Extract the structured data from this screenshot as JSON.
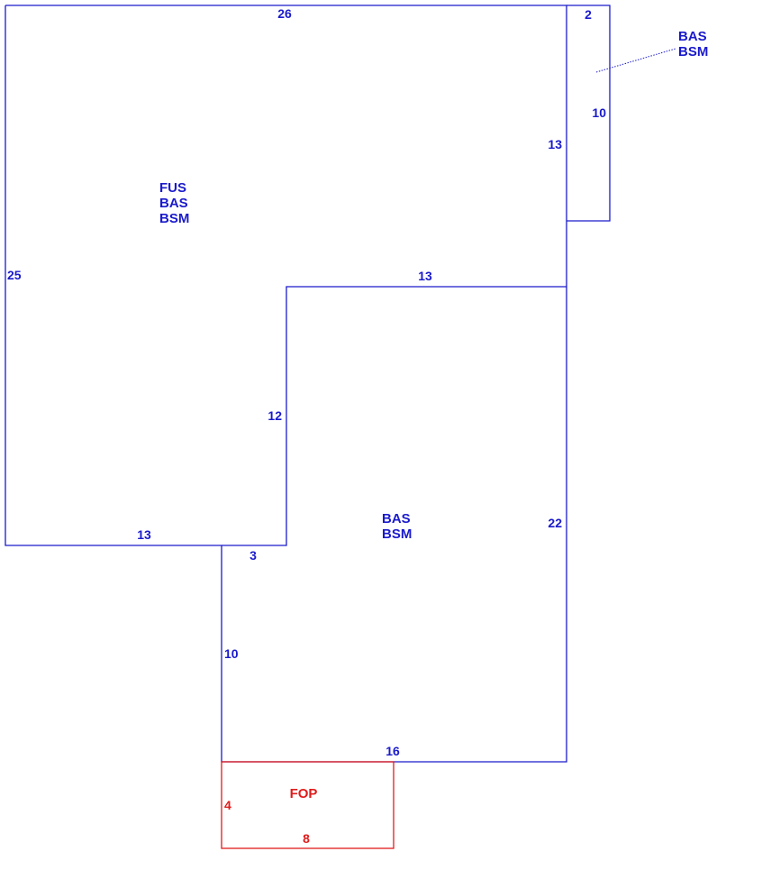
{
  "colors": {
    "living": "#1a1acc",
    "porch": "#e01b1b",
    "background": "#ffffff"
  },
  "main_block": {
    "codes": [
      "FUS",
      "BAS",
      "BSM"
    ],
    "dims": {
      "top": "26",
      "left": "25",
      "bottom": "13",
      "inner_right": "13",
      "inner_step_top": "13",
      "inner_step_side": "12"
    }
  },
  "addition_block": {
    "codes": [
      "BAS",
      "BSM"
    ],
    "dims": {
      "right": "22",
      "bottom": "16",
      "left_lower": "10",
      "step": "3"
    }
  },
  "bump_out": {
    "codes": [
      "BAS",
      "BSM"
    ],
    "dims": {
      "top": "2",
      "side": "10"
    }
  },
  "porch": {
    "code": "FOP",
    "dims": {
      "side": "4",
      "bottom": "8"
    }
  }
}
